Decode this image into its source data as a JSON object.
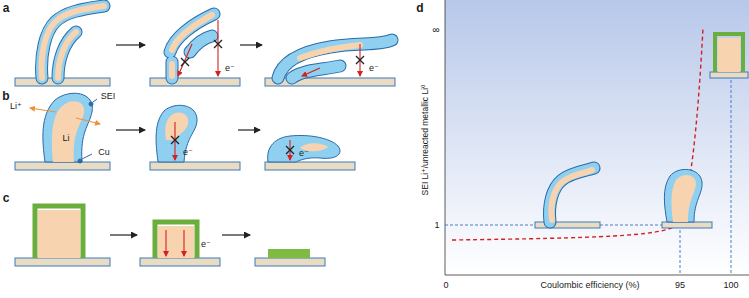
{
  "diagram": {
    "labels": [
      "a",
      "b",
      "c",
      "d",
      "SEI",
      "Li⁺",
      "Li",
      "Cu",
      "e⁻",
      "e⁻",
      "e⁻",
      "e⁻",
      "e⁻",
      "∞",
      "1",
      "0",
      "95",
      "100",
      "Coulombic efficiency (%)",
      "SEI Li⁺/unreacted metallic Li⁰"
    ]
  }
}
